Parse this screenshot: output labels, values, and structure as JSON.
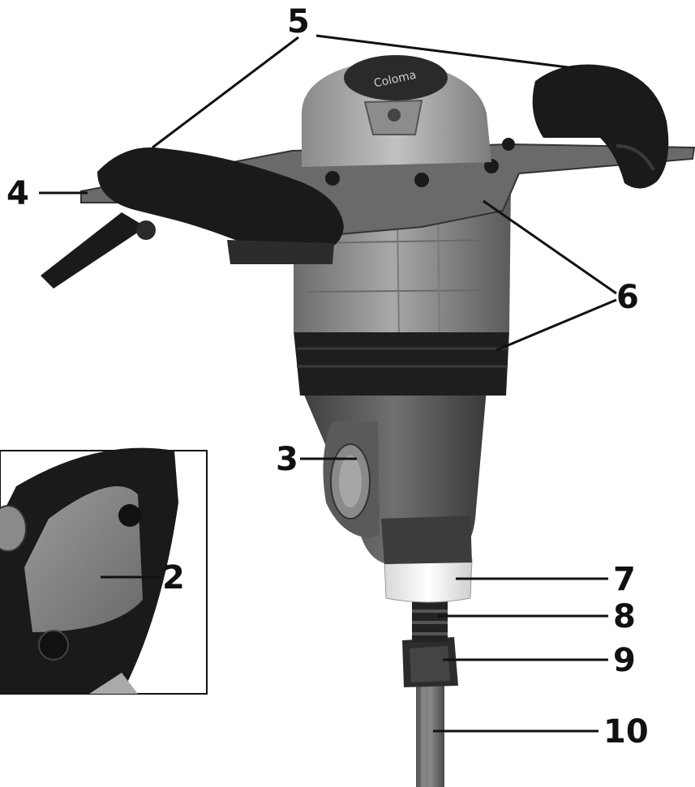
{
  "figure": {
    "subject": "Electric paddle mixer with labeled parts",
    "inset_present": true
  },
  "callouts": {
    "c2": "2",
    "c3": "3",
    "c4": "4",
    "c5": "5",
    "c6": "6",
    "c7": "7",
    "c8": "8",
    "c9": "9",
    "c10": "10"
  },
  "brand_label": "Coloma",
  "colors": {
    "ink": "#111111",
    "handle": "#1a1a1a",
    "body_light": "#9a9a9a",
    "body_mid": "#7a7a7a",
    "body_dark": "#555555",
    "band": "#1e1e1e",
    "collar_white": "#f0f0f0",
    "bar": "#6e6e6e"
  }
}
